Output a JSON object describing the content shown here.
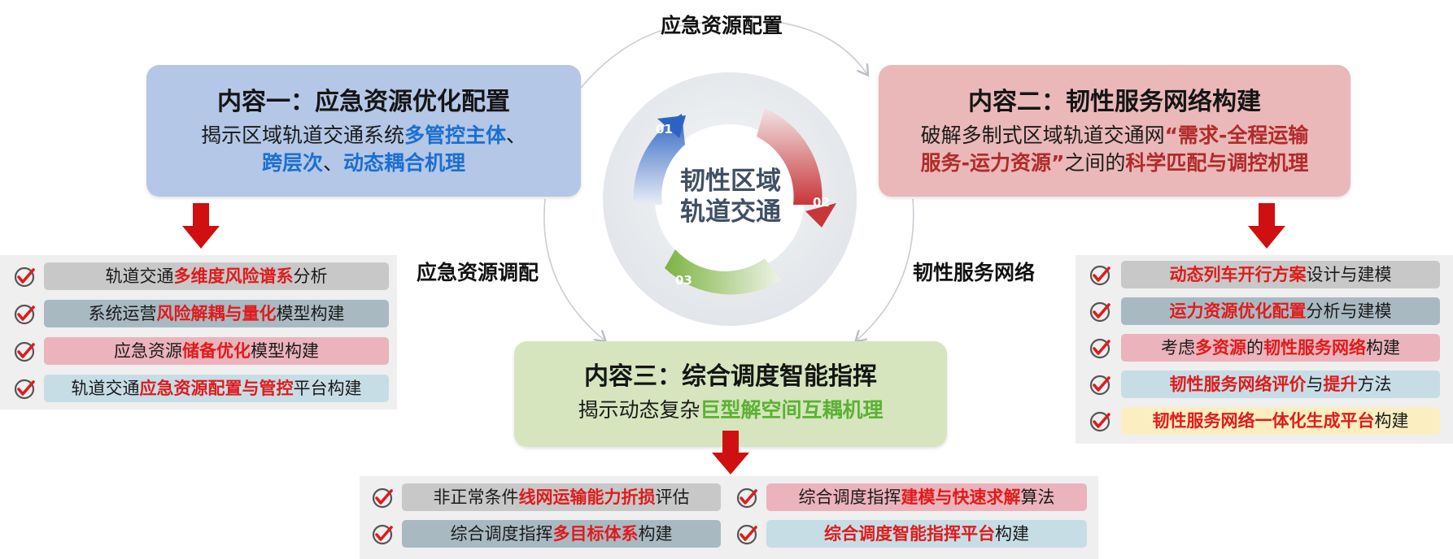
{
  "cycle": {
    "top_label": "应急资源配置",
    "left_label": "应急资源调配",
    "right_label": "韧性服务网络",
    "center_line1": "韧性区域",
    "center_line2": "轨道交通",
    "seg1": "01",
    "seg2": "02",
    "seg3": "03"
  },
  "box1": {
    "title": "内容一：应急资源优化配置",
    "l1_a": "揭示区域轨道交通系统",
    "l1_b": "多管控主体",
    "l1_c": "、",
    "l2_a": "跨层次",
    "l2_b": "、",
    "l2_c": "动态耦合机理"
  },
  "box2": {
    "title": "内容二：韧性服务网络构建",
    "l1_a": "破解多制式区域轨道交通网",
    "l1_b": "“需求-全程运输",
    "l2_a": "服务-运力资源”",
    "l2_b": "之间的",
    "l2_c": "科学匹配与调控机理"
  },
  "box3": {
    "title": "内容三：综合调度智能指挥",
    "l1_a": "揭示动态复杂",
    "l1_b": "巨型解空间互耦机理"
  },
  "left_items": [
    {
      "pre": "轨道交通",
      "hi": "多维度风险谱系",
      "post": "分析"
    },
    {
      "pre": "系统运营",
      "hi": "风险解耦与量化",
      "post": "模型构建"
    },
    {
      "pre": "应急资源",
      "hi": "储备优化",
      "post": "模型构建"
    },
    {
      "pre": "轨道交通",
      "hi": "应急资源配置与管控",
      "post": "平台构建"
    }
  ],
  "right_items": [
    {
      "pre": "",
      "hi": "动态列车开行方案",
      "post": "设计与建模"
    },
    {
      "pre": "",
      "hi": "运力资源优化配置",
      "post": "分析与建模"
    },
    {
      "pre": "考虑",
      "hi": "多资源",
      "mid": "的",
      "hi2": "韧性服务网络",
      "post": "构建"
    },
    {
      "pre": "",
      "hi": "韧性服务网络评价",
      "mid": "与",
      "hi2": "提升",
      "post": "方法"
    },
    {
      "pre": "",
      "hi": "韧性服务网络一体化生成平台",
      "post": "构建"
    }
  ],
  "bottom_items": [
    {
      "pre": "非正常条件",
      "hi": "线网运输能力折损",
      "post": "评估"
    },
    {
      "pre": "综合调度指挥",
      "hi": "多目标体系",
      "post": "构建"
    },
    {
      "pre": "综合调度指挥",
      "hi": "建模与快速求解",
      "post": "算法"
    },
    {
      "pre": "",
      "hi": "综合调度智能指挥平台",
      "post": "构建"
    }
  ],
  "colors": {
    "box1": "#b4c7e7",
    "box2": "#eab8b8",
    "box3": "#d6e5bd",
    "highlight_blue": "#1c6fd1",
    "highlight_darkred": "#b22a2a",
    "highlight_green": "#5ab233",
    "highlight_red": "#e01b1b",
    "arrow": "#d01010"
  }
}
